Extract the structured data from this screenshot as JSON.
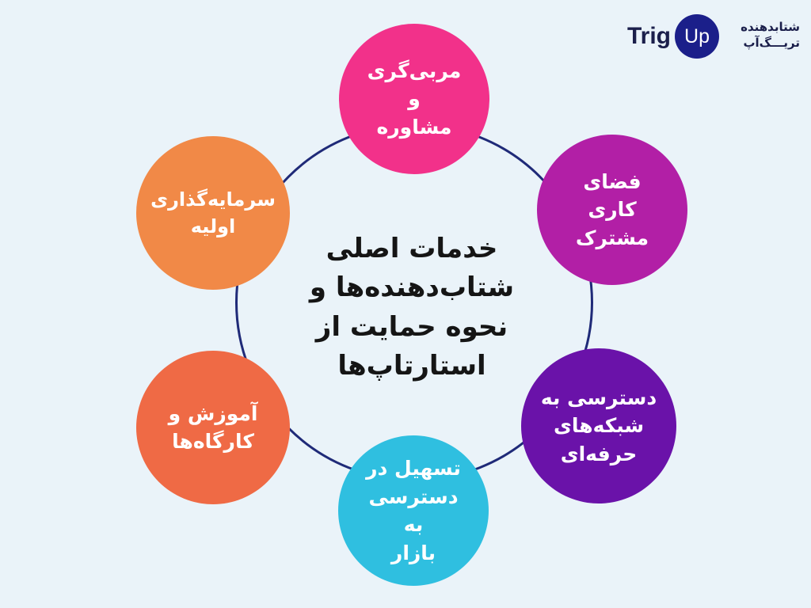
{
  "brand": {
    "latin": "Trig",
    "badge": "Up",
    "persian": "شتابدهنده\nتریـــگ‌آپ"
  },
  "center_title": "خدمات اصلی\nشتاب‌دهنده‌ها و\nنحوه حمایت از\nاستارتاپ‌ها",
  "services": [
    {
      "label": "مربی‌گری و\nمشاوره",
      "color": "#f2318a"
    },
    {
      "label": "فضای کاری\nمشترک",
      "color": "#b21fa6"
    },
    {
      "label": "دسترسی به\nشبکه‌های\nحرفه‌ای",
      "color": "#6a12a9"
    },
    {
      "label": "تسهیل در\nدسترسی به\nبازار",
      "color": "#2fbfe0"
    },
    {
      "label": "آموزش و\nکارگاه‌ها",
      "color": "#ef6a45"
    },
    {
      "label": "سرمایه‌گذاری\nاولیه",
      "color": "#f18947"
    }
  ],
  "colors": {
    "background": "#eaf3f9",
    "ring": "#1f2a78",
    "brand": "#1b1f8a"
  }
}
